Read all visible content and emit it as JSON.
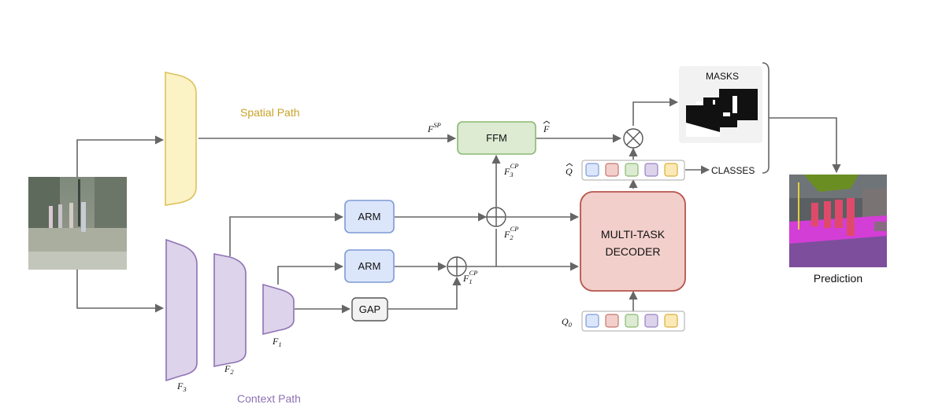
{
  "labels": {
    "spatial_path": "Spatial Path",
    "context_path": "Context Path",
    "ffm": "FFM",
    "arm_top": "ARM",
    "arm_bottom": "ARM",
    "gap": "GAP",
    "decoder_line1": "MULTI-TASK",
    "decoder_line2": "DECODER",
    "masks": "MASKS",
    "classes": "CLASSES",
    "prediction": "Prediction"
  },
  "math": {
    "f_sp_base": "F",
    "f_sp_sup": "SP",
    "f_hat": "F",
    "f3_cp_base": "F",
    "f3_cp_sub": "3",
    "f3_cp_sup": "CP",
    "f2_cp_base": "F",
    "f2_cp_sub": "2",
    "f2_cp_sup": "CP",
    "f1_cp_base": "F",
    "f1_cp_sub": "1",
    "f1_cp_sup": "CP",
    "q_hat": "Q",
    "q0_base": "Q",
    "q0_sub": "0",
    "f1_base": "F",
    "f1_sub": "1",
    "f2_base": "F",
    "f2_sub": "2",
    "f3_base": "F",
    "f3_sub": "3"
  },
  "colors": {
    "spatial_fill": "#fbf2c6",
    "spatial_stroke": "#dcc25a",
    "spatial_text": "#c9a227",
    "context_fill": "#ddd3ea",
    "context_stroke": "#8e72b4",
    "context_text": "#8e72b4",
    "ffm_fill": "#dcebd2",
    "ffm_stroke": "#8cb873",
    "arm_fill": "#dce6fb",
    "arm_stroke": "#7d9ad6",
    "decoder_fill": "#f2cfcb",
    "decoder_stroke": "#b5554d",
    "gap_fill": "#f2f2f2",
    "gap_stroke": "#555555",
    "arrow": "#666666",
    "query_colors": [
      "#dce6fb",
      "#f2cfcb",
      "#dcebd2",
      "#ddd3ea",
      "#fbeab8"
    ],
    "query_strokes": [
      "#7d9ad6",
      "#c47870",
      "#8cb873",
      "#9a82c0",
      "#d9ad3a"
    ]
  }
}
